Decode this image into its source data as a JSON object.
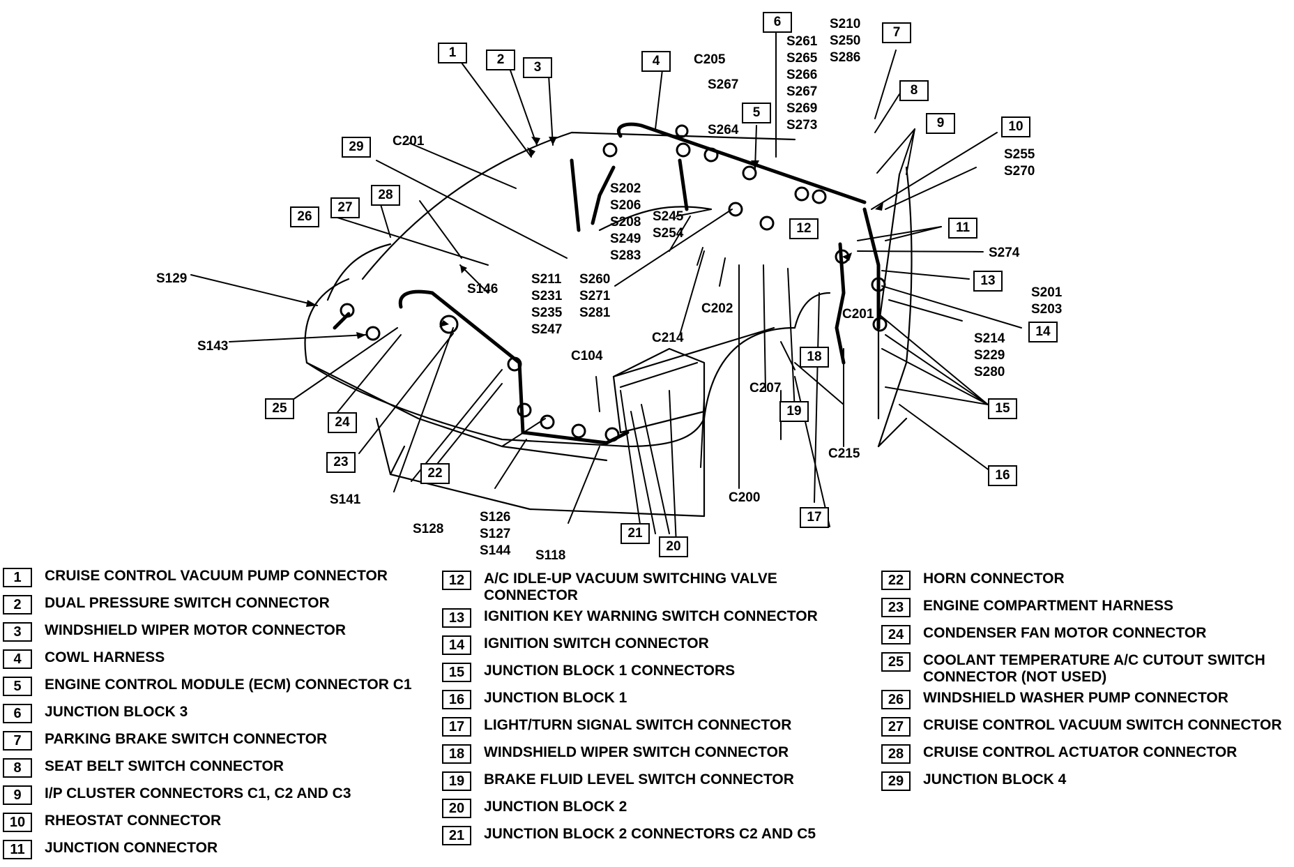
{
  "callout_numbers": [
    "1",
    "2",
    "3",
    "4",
    "5",
    "6",
    "7",
    "8",
    "9",
    "10",
    "11",
    "12",
    "13",
    "14",
    "15",
    "16",
    "17",
    "18",
    "19",
    "20",
    "21",
    "22",
    "23",
    "24",
    "25",
    "26",
    "27",
    "28",
    "29"
  ],
  "labels": {
    "c201_top": "C201",
    "c205": "C205",
    "s267_top": "S267",
    "s264": "S264",
    "s210_group": [
      "S210",
      "S250",
      "S286"
    ],
    "s261_group": [
      "S261",
      "S265",
      "S266",
      "S267",
      "S269",
      "S273"
    ],
    "s202_group": [
      "S202",
      "S206",
      "S208",
      "S249",
      "S283"
    ],
    "s245_group": [
      "S245",
      "S254"
    ],
    "s211_group": [
      "S211",
      "S231",
      "S235",
      "S247"
    ],
    "s260_group": [
      "S260",
      "S271",
      "S281"
    ],
    "s255_group": [
      "S255",
      "S270"
    ],
    "s274": "S274",
    "s201_group": [
      "S201",
      "S203"
    ],
    "s214_group": [
      "S214",
      "S229",
      "S280"
    ],
    "c201_right": "C201",
    "c202": "C202",
    "c214": "C214",
    "c207": "C207",
    "c200": "C200",
    "c215": "C215",
    "c104": "C104",
    "s129": "S129",
    "s143": "S143",
    "s146": "S146",
    "s141": "S141",
    "s128": "S128",
    "s126_group": [
      "S126",
      "S127",
      "S144"
    ],
    "s118": "S118"
  },
  "legend": [
    [
      {
        "num": "1",
        "text": "CRUISE CONTROL VACUUM PUMP CONNECTOR"
      },
      {
        "num": "2",
        "text": "DUAL PRESSURE SWITCH CONNECTOR"
      },
      {
        "num": "3",
        "text": "WINDSHIELD WIPER MOTOR CONNECTOR"
      },
      {
        "num": "4",
        "text": "COWL HARNESS"
      },
      {
        "num": "5",
        "text": "ENGINE CONTROL MODULE (ECM) CONNECTOR C1"
      },
      {
        "num": "6",
        "text": "JUNCTION BLOCK 3"
      },
      {
        "num": "7",
        "text": "PARKING BRAKE SWITCH CONNECTOR"
      },
      {
        "num": "8",
        "text": "SEAT BELT SWITCH CONNECTOR"
      },
      {
        "num": "9",
        "text": "I/P CLUSTER CONNECTORS C1, C2 AND C3"
      },
      {
        "num": "10",
        "text": "RHEOSTAT CONNECTOR"
      },
      {
        "num": "11",
        "text": "JUNCTION CONNECTOR"
      }
    ],
    [
      {
        "num": "12",
        "text": "A/C IDLE-UP VACUUM SWITCHING VALVE\nCONNECTOR"
      },
      {
        "num": "13",
        "text": "IGNITION KEY WARNING SWITCH CONNECTOR"
      },
      {
        "num": "14",
        "text": "IGNITION SWITCH CONNECTOR"
      },
      {
        "num": "15",
        "text": "JUNCTION BLOCK 1 CONNECTORS"
      },
      {
        "num": "16",
        "text": "JUNCTION BLOCK 1"
      },
      {
        "num": "17",
        "text": "LIGHT/TURN SIGNAL SWITCH CONNECTOR"
      },
      {
        "num": "18",
        "text": "WINDSHIELD WIPER SWITCH CONNECTOR"
      },
      {
        "num": "19",
        "text": "BRAKE FLUID LEVEL SWITCH CONNECTOR"
      },
      {
        "num": "20",
        "text": "JUNCTION BLOCK 2"
      },
      {
        "num": "21",
        "text": "JUNCTION BLOCK 2 CONNECTORS C2 AND C5"
      }
    ],
    [
      {
        "num": "22",
        "text": "HORN CONNECTOR"
      },
      {
        "num": "23",
        "text": "ENGINE COMPARTMENT HARNESS"
      },
      {
        "num": "24",
        "text": "CONDENSER FAN MOTOR CONNECTOR"
      },
      {
        "num": "25",
        "text": "COOLANT TEMPERATURE A/C CUTOUT SWITCH\nCONNECTOR (NOT USED)"
      },
      {
        "num": "26",
        "text": "WINDSHIELD WASHER PUMP CONNECTOR"
      },
      {
        "num": "27",
        "text": "CRUISE CONTROL VACUUM SWITCH CONNECTOR"
      },
      {
        "num": "28",
        "text": "CRUISE CONTROL ACTUATOR CONNECTOR"
      },
      {
        "num": "29",
        "text": "JUNCTION BLOCK 4"
      }
    ]
  ]
}
